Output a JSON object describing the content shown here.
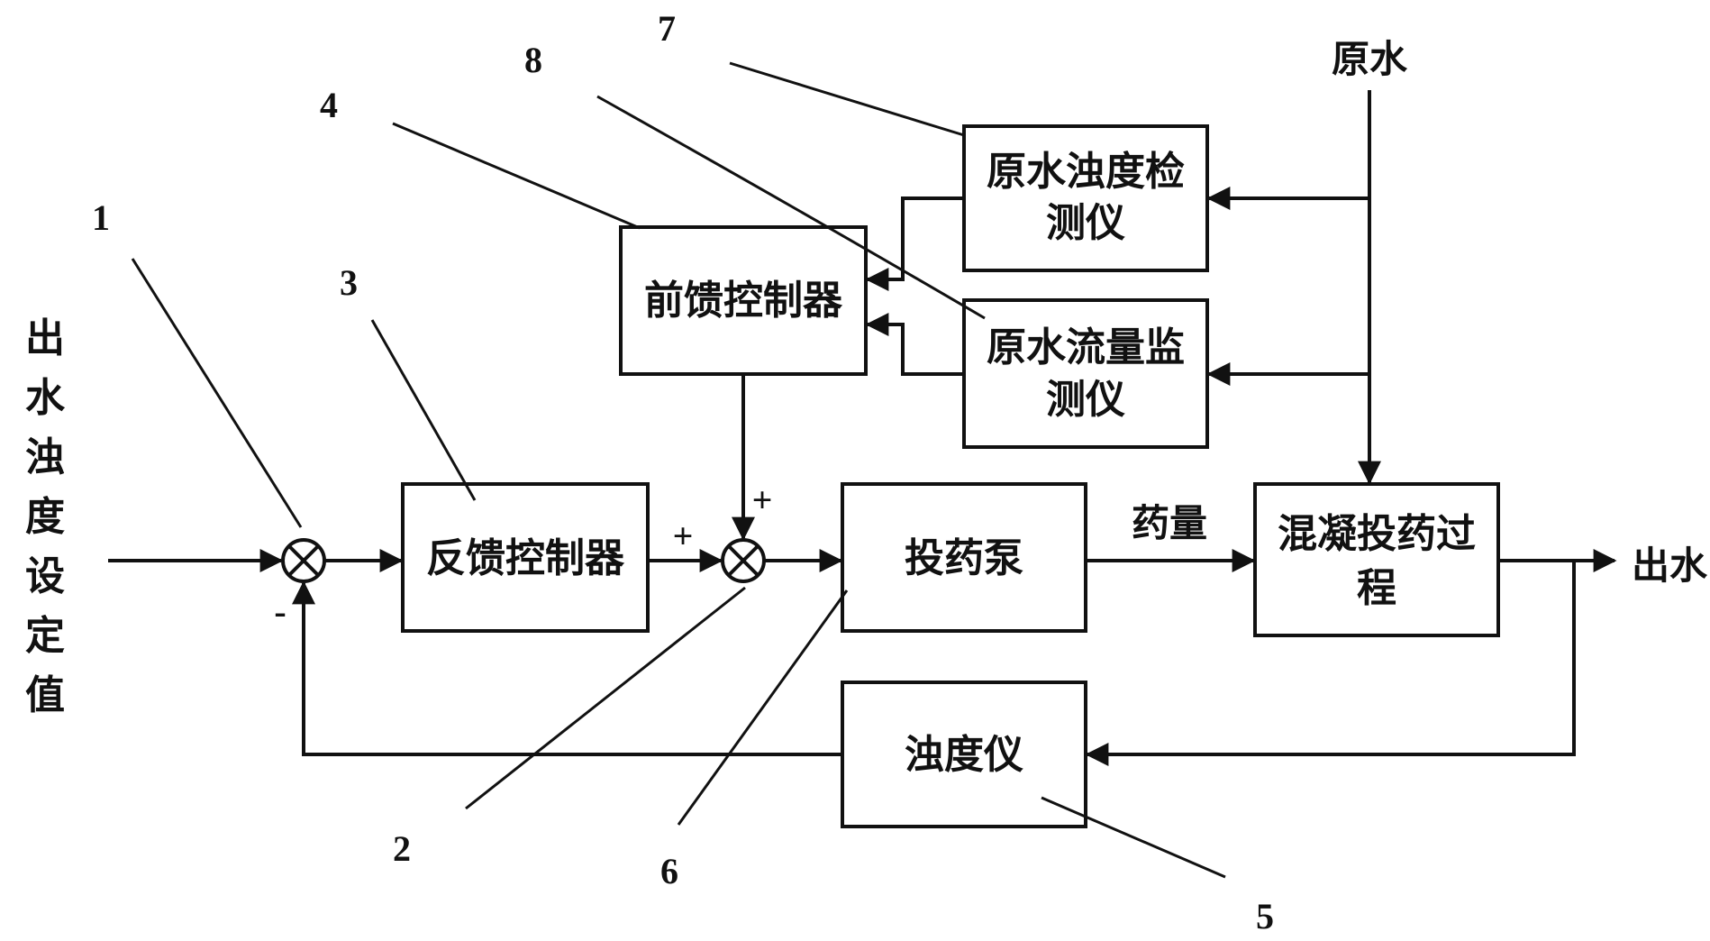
{
  "input_label": "出水浊度设定值",
  "blocks": {
    "feedback_controller": "反馈控制器",
    "feedforward_controller": "前馈控制器",
    "raw_turbidity_detector": [
      "原水浊度检",
      "测仪"
    ],
    "raw_flow_monitor": [
      "原水流量监",
      "测仪"
    ],
    "dosing_pump": "投药泵",
    "coagulation_process": [
      "混凝投药过",
      "程"
    ],
    "turbidimeter": "浊度仪"
  },
  "signals": {
    "raw_water": "原水",
    "dosage": "药量",
    "output_water": "出水"
  },
  "signs": {
    "minus": "-",
    "plus_left": "+",
    "plus_top": "+"
  },
  "callouts": [
    "1",
    "2",
    "3",
    "4",
    "5",
    "6",
    "7",
    "8"
  ],
  "colors": {
    "ink": "#111111",
    "background": "#ffffff"
  }
}
